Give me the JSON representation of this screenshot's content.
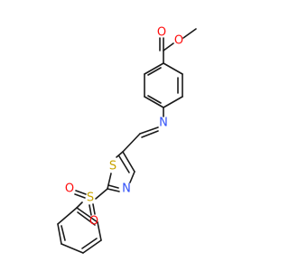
{
  "molecule": {
    "atoms": {
      "carbonyl_oxygen": "O",
      "ester_oxygen": "O",
      "imine_nitrogen": "N",
      "thiazole_sulfur": "S",
      "thiazole_nitrogen": "N",
      "sulfonyl_sulfur": "S",
      "sulfonyl_oxygen_left": "O",
      "sulfonyl_oxygen_bottom": "O"
    },
    "colors": {
      "bond": "#1a1a1a",
      "oxygen": "#ff0d0d",
      "nitrogen": "#3050f8",
      "sulfur": "#c8a400"
    }
  }
}
